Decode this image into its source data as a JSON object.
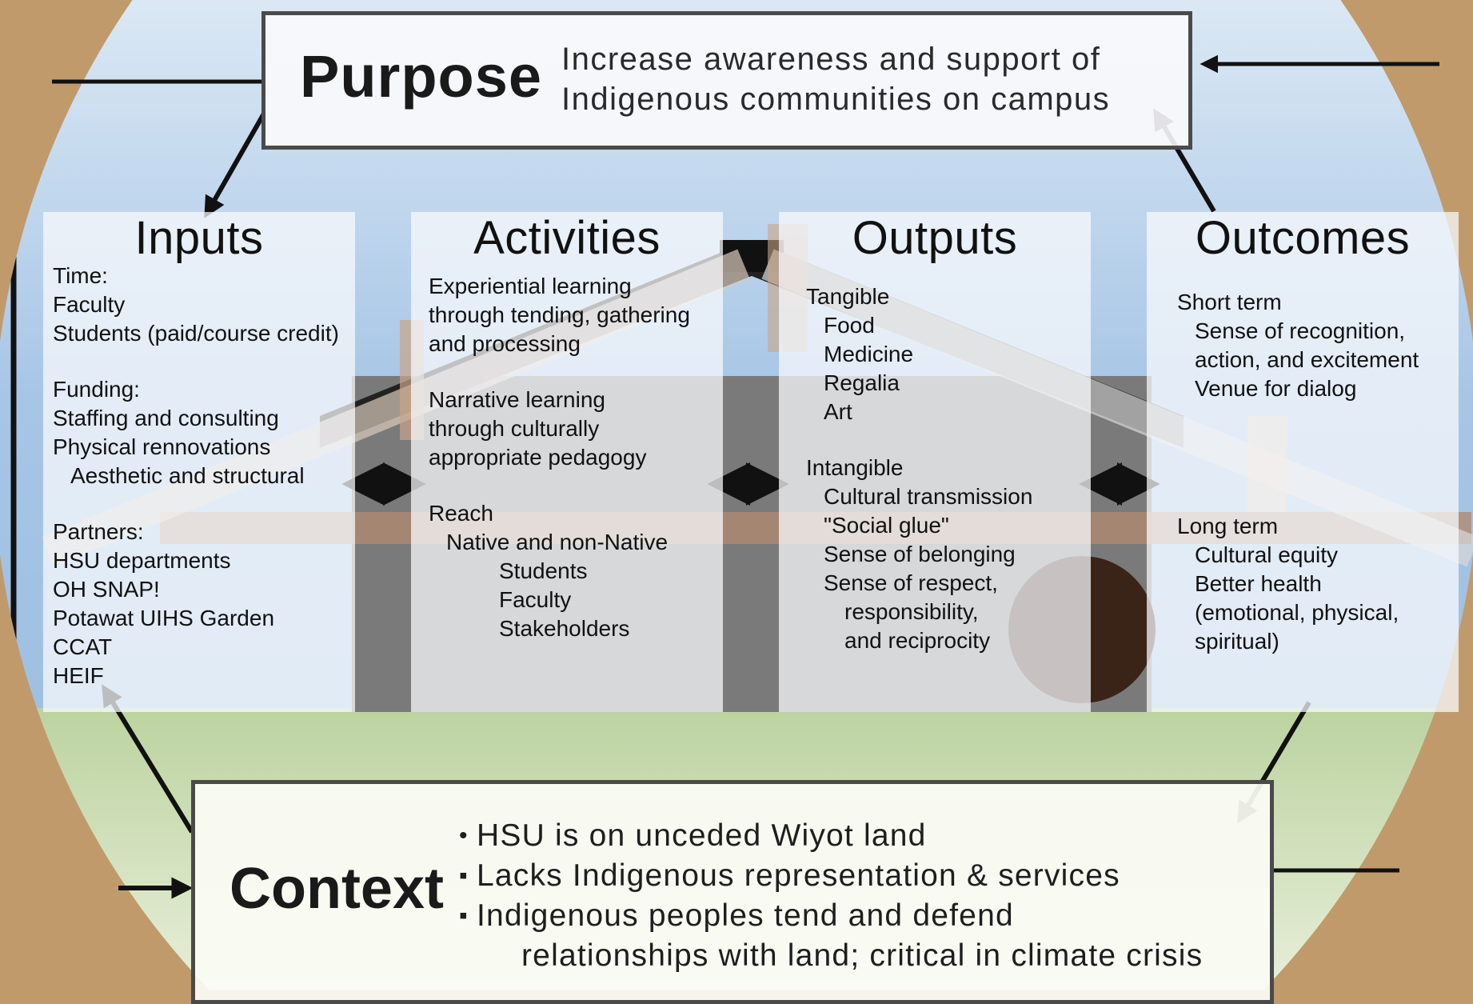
{
  "purpose": {
    "title": "Purpose",
    "text": "Increase awareness and support of Indigenous communities on campus"
  },
  "columns": {
    "inputs": {
      "title": "Inputs",
      "lines": [
        {
          "text": "Time:",
          "indent": 0
        },
        {
          "text": "Faculty",
          "indent": 0
        },
        {
          "text": "Students (paid/course credit)",
          "indent": 0
        },
        {
          "text": "",
          "indent": -1
        },
        {
          "text": "Funding:",
          "indent": 0
        },
        {
          "text": "Staffing and consulting",
          "indent": 0
        },
        {
          "text": "Physical rennovations",
          "indent": 0
        },
        {
          "text": "Aesthetic and structural",
          "indent": 1
        },
        {
          "text": "",
          "indent": -1
        },
        {
          "text": "Partners:",
          "indent": 0
        },
        {
          "text": "HSU departments",
          "indent": 0
        },
        {
          "text": "OH SNAP!",
          "indent": 0
        },
        {
          "text": "Potawat UIHS Garden",
          "indent": 0
        },
        {
          "text": "CCAT",
          "indent": 0
        },
        {
          "text": "HEIF",
          "indent": 0
        }
      ]
    },
    "activities": {
      "title": "Activities",
      "lines": [
        {
          "text": "Experiential learning",
          "indent": 0
        },
        {
          "text": "through tending, gathering",
          "indent": 0
        },
        {
          "text": "and processing",
          "indent": 0
        },
        {
          "text": "",
          "indent": -1
        },
        {
          "text": "Narrative learning",
          "indent": 0
        },
        {
          "text": "through culturally",
          "indent": 0
        },
        {
          "text": "appropriate pedagogy",
          "indent": 0
        },
        {
          "text": "",
          "indent": -1
        },
        {
          "text": "Reach",
          "indent": 0
        },
        {
          "text": "Native and non-Native",
          "indent": 1
        },
        {
          "text": "Students",
          "indent": 3
        },
        {
          "text": "Faculty",
          "indent": 3
        },
        {
          "text": "Stakeholders",
          "indent": 3
        }
      ]
    },
    "outputs": {
      "title": "Outputs",
      "lines": [
        {
          "text": "Tangible",
          "indent": 0
        },
        {
          "text": "Food",
          "indent": 1
        },
        {
          "text": "Medicine",
          "indent": 1
        },
        {
          "text": "Regalia",
          "indent": 1
        },
        {
          "text": "Art",
          "indent": 1
        },
        {
          "text": "",
          "indent": -1
        },
        {
          "text": "Intangible",
          "indent": 0
        },
        {
          "text": "Cultural transmission",
          "indent": 1
        },
        {
          "text": "\"Social glue\"",
          "indent": 1
        },
        {
          "text": "Sense of belonging",
          "indent": 1
        },
        {
          "text": "Sense of respect,",
          "indent": 1
        },
        {
          "text": "responsibility,",
          "indent": 2
        },
        {
          "text": "and reciprocity",
          "indent": 2
        }
      ]
    },
    "outcomes": {
      "title": "Outcomes",
      "lines": [
        {
          "text": "Short term",
          "indent": 0
        },
        {
          "text": "Sense of recognition,",
          "indent": 1
        },
        {
          "text": "action, and excitement",
          "indent": 1
        },
        {
          "text": "Venue for dialog",
          "indent": 1
        },
        {
          "text": "",
          "indent": -1
        },
        {
          "text": "",
          "indent": -1
        },
        {
          "text": "",
          "indent": -1
        },
        {
          "text": "",
          "indent": -1
        },
        {
          "text": "Long term",
          "indent": 0
        },
        {
          "text": "Cultural equity",
          "indent": 1
        },
        {
          "text": "Better health",
          "indent": 1
        },
        {
          "text": "(emotional, physical,",
          "indent": 1
        },
        {
          "text": "spiritual)",
          "indent": 1
        }
      ]
    }
  },
  "context": {
    "title": "Context",
    "items": [
      {
        "bullet": "•",
        "text": "HSU is on unceded Wiyot land"
      },
      {
        "bullet": "▪",
        "text": "Lacks Indigenous representation & services"
      },
      {
        "bullet": "▪",
        "text": "Indigenous peoples tend and defend",
        "continuation": "relationships with land; critical in climate crisis"
      }
    ]
  },
  "colors": {
    "outer_background": "#c19a6b",
    "sky": "#a9c7e6",
    "ground": "#c9dcae",
    "arrow": "#111111",
    "box_border": "#4a4a4a"
  }
}
